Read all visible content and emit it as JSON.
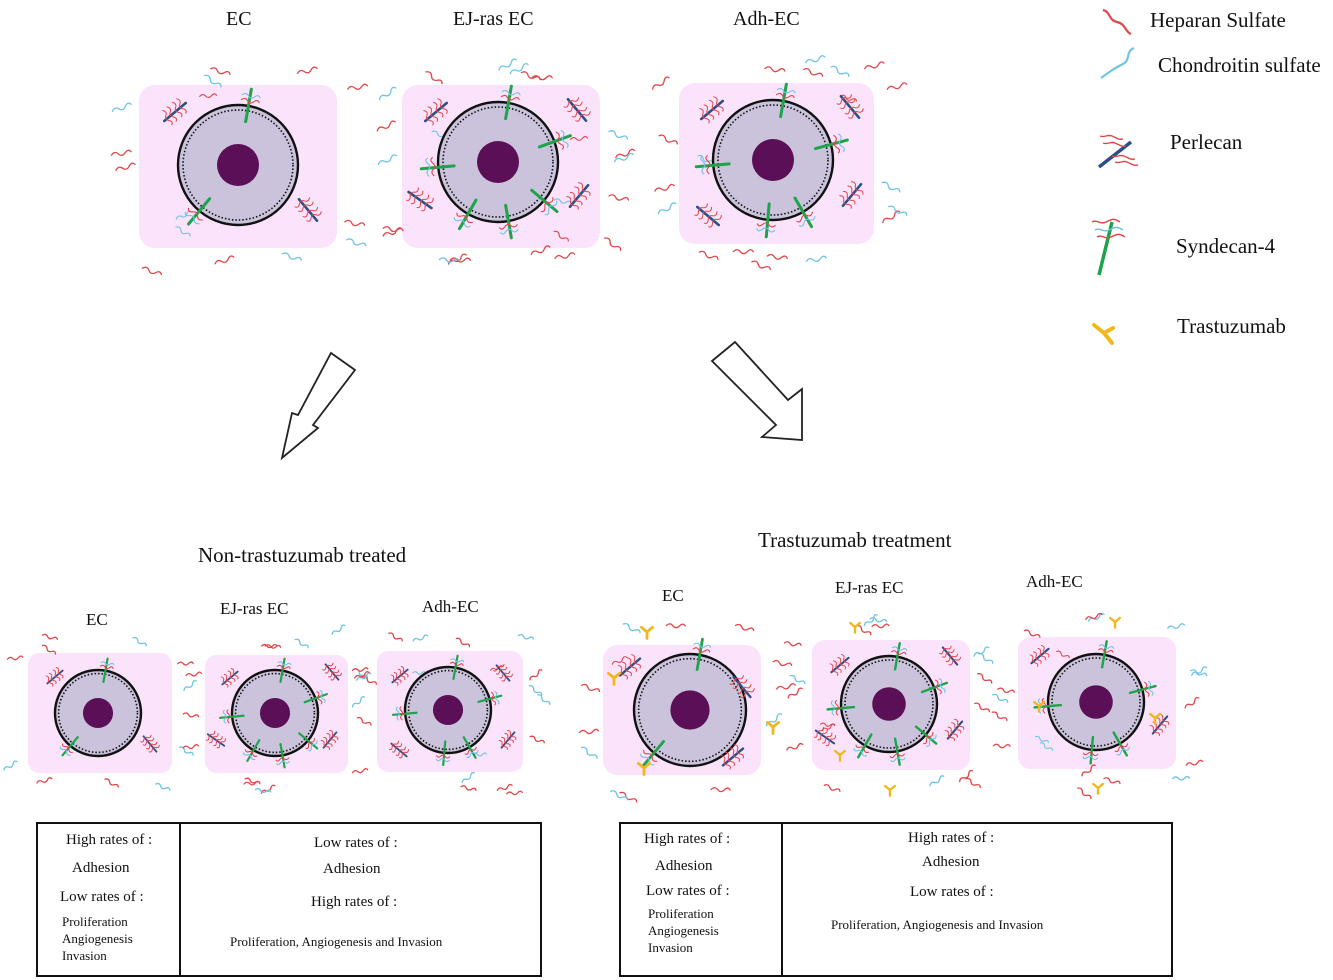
{
  "legend": {
    "heparan": "Heparan Sulfate",
    "chondroitin": "Chondroitin sulfate",
    "perlecan": "Perlecan",
    "syndecan": "Syndecan-4",
    "trastuzumab": "Trastuzumab"
  },
  "top_cells": [
    "EC",
    "EJ-ras EC",
    "Adh-EC"
  ],
  "sections": {
    "left_title": "Non-trastuzumab treated",
    "right_title": "Trastuzumab treatment"
  },
  "left_cells": [
    "EC",
    "EJ-ras EC",
    "Adh-EC"
  ],
  "right_cells": [
    "EC",
    "EJ-ras EC",
    "Adh-EC"
  ],
  "left_table": {
    "c1_high": "High rates of :",
    "c1_high_item": "Adhesion",
    "c1_low": "Low rates of :",
    "c1_low_items": [
      "Proliferation",
      "Angiogenesis",
      "Invasion"
    ],
    "c2_low": "Low rates of :",
    "c2_low_item": "Adhesion",
    "c2_high": "High rates of :",
    "c2_high_item": "Proliferation, Angiogenesis and Invasion"
  },
  "right_table": {
    "c1_high": "High rates of :",
    "c1_high_item": "Adhesion",
    "c1_low": "Low rates of :",
    "c1_low_items": [
      "Proliferation",
      "Angiogenesis",
      "Invasion"
    ],
    "c2_high": "High rates of :",
    "c2_high_item": "Adhesion",
    "c2_low": "Low rates of :",
    "c2_low_item": "Proliferation, Angiogenesis and Invasion"
  },
  "colors": {
    "cell_bg": "#fbe3fb",
    "cytoplasm": "#cbc3db",
    "nucleus": "#5b0f57",
    "heparan": "#e0474a",
    "chondroitin": "#6fc3e6",
    "perlecan": "#2b4f86",
    "syndecan": "#1ea34a",
    "trastuzumab": "#f2b81b"
  }
}
